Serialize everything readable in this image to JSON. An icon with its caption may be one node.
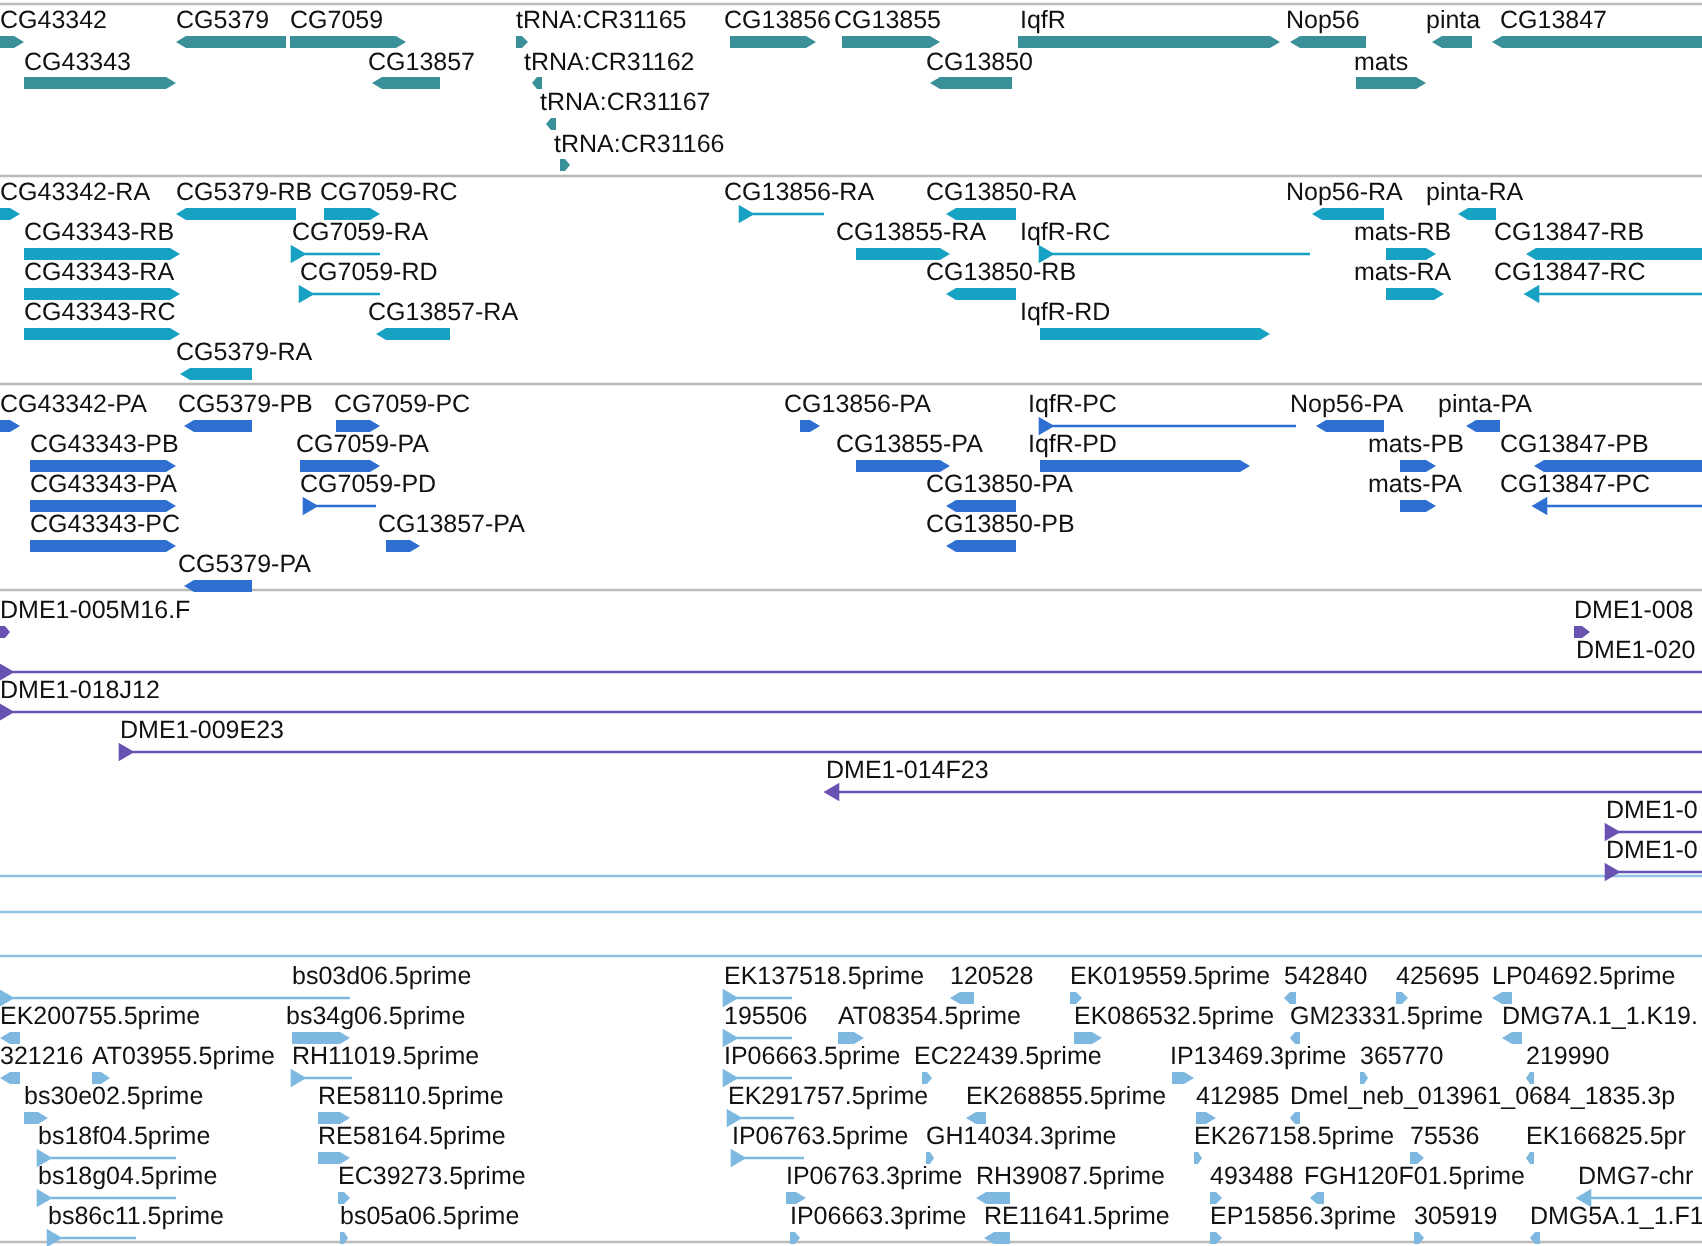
{
  "diagram": {
    "labels": [
      "CG43342",
      "CG5379",
      "CG7059",
      "tRNA:CR31165",
      "CG13856",
      "CG13855",
      "IqfR",
      "Nop56",
      "pinta",
      "CG13847",
      "CG43343",
      "CG13857",
      "tRNA:CR31162",
      "CG13850",
      "mats",
      "tRNA:CR31167",
      "tRNA:CR31166",
      "CG43342-RA",
      "CG5379-RB",
      "CG7059-RC",
      "CG13856-RA",
      "CG13850-RA",
      "Nop56-RA",
      "pinta-RA",
      "CG43343-RB",
      "CG7059-RA",
      "CG13855-RA",
      "IqfR-RC",
      "mats-RB",
      "CG13847-RB",
      "CG43343-RA",
      "CG7059-RD",
      "CG13850-RB",
      "mats-RA",
      "CG13847-RC",
      "CG43343-RC",
      "CG13857-RA",
      "IqfR-RD",
      "CG5379-RA",
      "CG43342-PA",
      "CG5379-PB",
      "CG7059-PC",
      "CG13856-PA",
      "IqfR-PC",
      "Nop56-PA",
      "pinta-PA",
      "CG43343-PB",
      "CG7059-PA",
      "CG13855-PA",
      "IqfR-PD",
      "mats-PB",
      "CG13847-PB",
      "CG43343-PA",
      "CG7059-PD",
      "CG13850-PA",
      "mats-PA",
      "CG13847-PC",
      "CG43343-PC",
      "CG13857-PA",
      "CG13850-PB",
      "CG5379-PA",
      "DME1-005M16.F",
      "DME1-008",
      "DME1-020",
      "DME1-018J12",
      "DME1-009E23",
      "DME1-014F23",
      "DME1-0",
      "DME1-0",
      "bs03d06.5prime",
      "EK137518.5prime",
      "120528",
      "EK019559.5prime",
      "542840",
      "425695",
      "LP04692.5prime",
      "EK200755.5prime",
      "bs34g06.5prime",
      "195506",
      "AT08354.5prime",
      "EK086532.5prime",
      "GM23331.5prime",
      "DMG7A.1_1.K19.",
      "321216",
      "AT03955.5prime",
      "RH11019.5prime",
      "IP06663.5prime",
      "EC22439.5prime",
      "IP13469.3prime",
      "365770",
      "219990",
      "bs30e02.5prime",
      "RE58110.5prime",
      "EK291757.5prime",
      "EK268855.5prime",
      "412985",
      "Dmel_neb_013961_0684_1835.3p",
      "bs18f04.5prime",
      "RE58164.5prime",
      "IP06763.5prime",
      "GH14034.3prime",
      "EK267158.5prime",
      "75536",
      "EK166825.5pr",
      "bs18g04.5prime",
      "EC39273.5prime",
      "IP06763.3prime",
      "RH39087.5prime",
      "493488",
      "FGH120F01.5prime",
      "DMG7-chr",
      "bs86c11.5prime",
      "bs05a06.5prime",
      "IP06663.3prime",
      "RE11641.5prime",
      "EP15856.3prime",
      "305919",
      "DMG5A.1_1.F1"
    ]
  }
}
